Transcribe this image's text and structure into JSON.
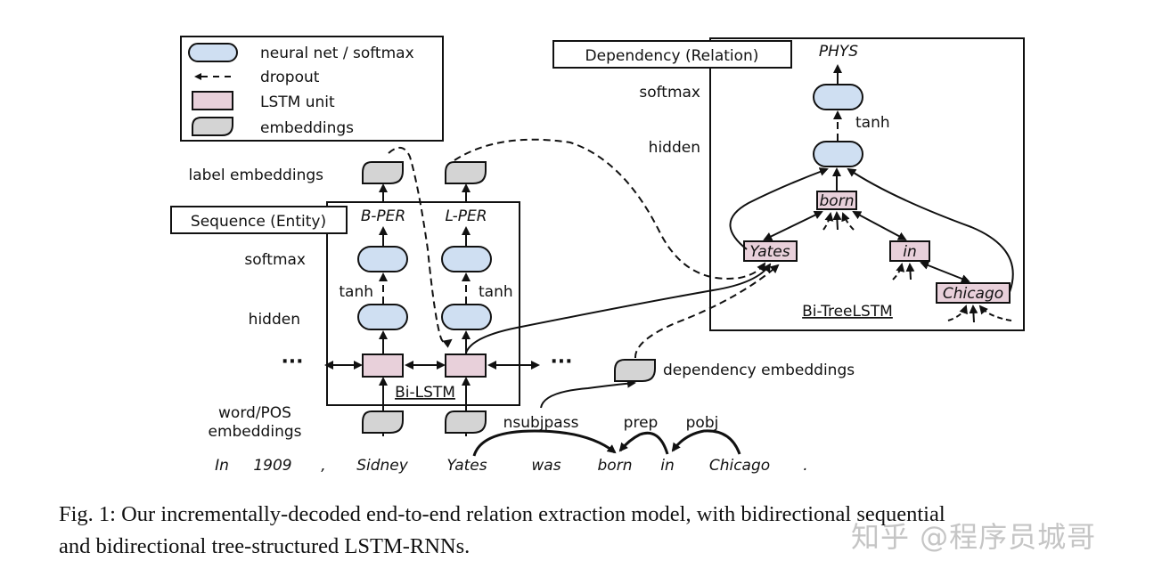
{
  "legend": {
    "items": [
      {
        "shape": "rounded-pill",
        "fill": "#cfdff2",
        "label": "neural net / softmax"
      },
      {
        "shape": "dashed-arrow",
        "label": "dropout"
      },
      {
        "shape": "rectangle",
        "fill": "#e8d0da",
        "label": "LSTM unit"
      },
      {
        "shape": "leaf",
        "fill": "#d4d4d4",
        "label": "embeddings"
      }
    ]
  },
  "sequence": {
    "title": "Sequence (Entity)",
    "layer_labels": {
      "label_embeddings": "label embeddings",
      "softmax": "softmax",
      "hidden": "hidden",
      "word_pos_1": "word/POS",
      "word_pos_2": "embeddings",
      "ellipsis": "···"
    },
    "outputs": [
      "B-PER",
      "L-PER"
    ],
    "activation": "tanh",
    "layer_name": "Bi-LSTM"
  },
  "dependency": {
    "title": "Dependency (Relation)",
    "output": "PHYS",
    "layer_labels": {
      "softmax": "softmax",
      "hidden": "hidden"
    },
    "activation": "tanh",
    "nodes": [
      "born",
      "Yates",
      "in",
      "Chicago"
    ],
    "layer_name": "Bi-TreeLSTM"
  },
  "dependency_embeddings_label": "dependency embeddings",
  "sentence": [
    "In",
    "1909",
    ",",
    "Sidney",
    "Yates",
    "was",
    "born",
    "in",
    "Chicago",
    "."
  ],
  "arcs": [
    "nsubjpass",
    "prep",
    "pobj"
  ],
  "colors": {
    "neural_net": "#cfdff2",
    "lstm_unit": "#e8d0da",
    "embedding": "#d4d4d4",
    "stroke": "#111111"
  },
  "caption": {
    "line1": "Fig. 1: Our incrementally-decoded end-to-end relation extraction model, with bidirectional sequential",
    "line2": "and bidirectional tree-structured LSTM-RNNs."
  },
  "watermark": "知乎 @程序员城哥"
}
